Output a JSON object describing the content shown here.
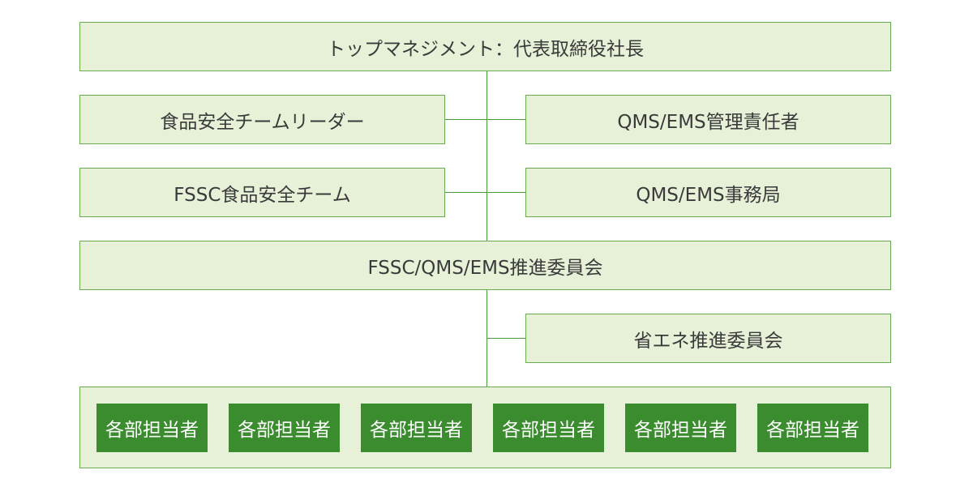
{
  "chart": {
    "top": "トップマネジメント：代表取締役社長",
    "left": [
      "食品安全チームリーダー",
      "FSSC食品安全チーム"
    ],
    "right": [
      "QMS/EMS管理責任者",
      "QMS/EMS事務局"
    ],
    "committee": "FSSC/QMS/EMS推進委員会",
    "sub_committee": "省エネ推進委員会",
    "staff": [
      "各部担当者",
      "各部担当者",
      "各部担当者",
      "各部担当者",
      "各部担当者",
      "各部担当者"
    ]
  },
  "colors": {
    "box_fill": "#e6f1d8",
    "box_border": "#6aaa52",
    "line": "#4a9a3a",
    "staff_fill": "#3a8c2e",
    "text": "#3a3a3a"
  }
}
